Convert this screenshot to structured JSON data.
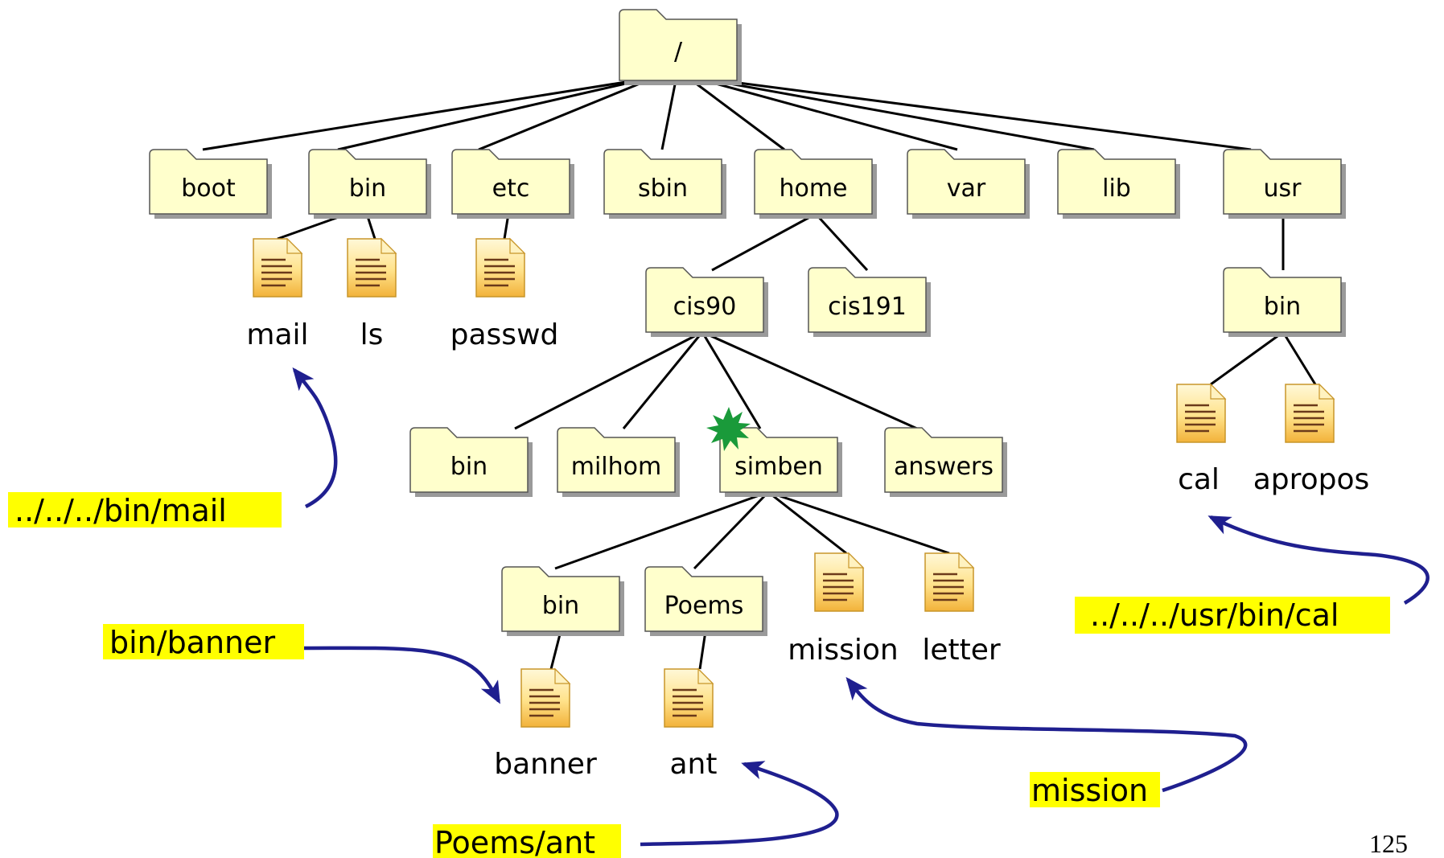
{
  "folders": {
    "root": "/",
    "boot": "boot",
    "bin": "bin",
    "etc": "etc",
    "sbin": "sbin",
    "home": "home",
    "var": "var",
    "lib": "lib",
    "usr": "usr",
    "cis90": "cis90",
    "cis191": "cis191",
    "usr_bin": "bin",
    "cis90_bin": "bin",
    "milhom": "milhom",
    "simben": "simben",
    "answers": "answers",
    "simben_bin": "bin",
    "poems": "Poems"
  },
  "files": {
    "mail": "mail",
    "ls": "ls",
    "passwd": "passwd",
    "cal": "cal",
    "apropos": "apropos",
    "mission": "mission",
    "letter": "letter",
    "banner": "banner",
    "ant": "ant"
  },
  "paths": {
    "mail": "../../../bin/mail",
    "cal": "../../../usr/bin/cal",
    "banner": "bin/banner",
    "ant": "Poems/ant",
    "mission": "mission"
  },
  "page_number": "125",
  "colors": {
    "folder_fill": "#ffffcc",
    "folder_shadow": "#9a9a9a",
    "highlight": "#ffff00",
    "arrow": "#1f1f8f",
    "star": "#1a9a3a"
  }
}
